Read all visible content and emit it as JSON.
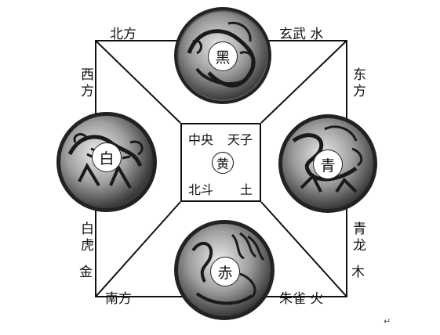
{
  "directions": {
    "north": "北方",
    "west": "西方",
    "east": "东方",
    "south": "南方"
  },
  "guardians": {
    "north": "玄武 水",
    "east_beast": "青龙",
    "east_element": "木",
    "south": "朱雀 火",
    "west_beast": "白虎",
    "west_element": "金"
  },
  "center": {
    "top_left": "中央",
    "top_right": "天子",
    "bottom_left": "北斗",
    "bottom_right": "土",
    "color": "黄"
  },
  "medals": {
    "north": "黑",
    "west": "白",
    "east": "青",
    "south": "赤"
  },
  "return_mark": "↵"
}
